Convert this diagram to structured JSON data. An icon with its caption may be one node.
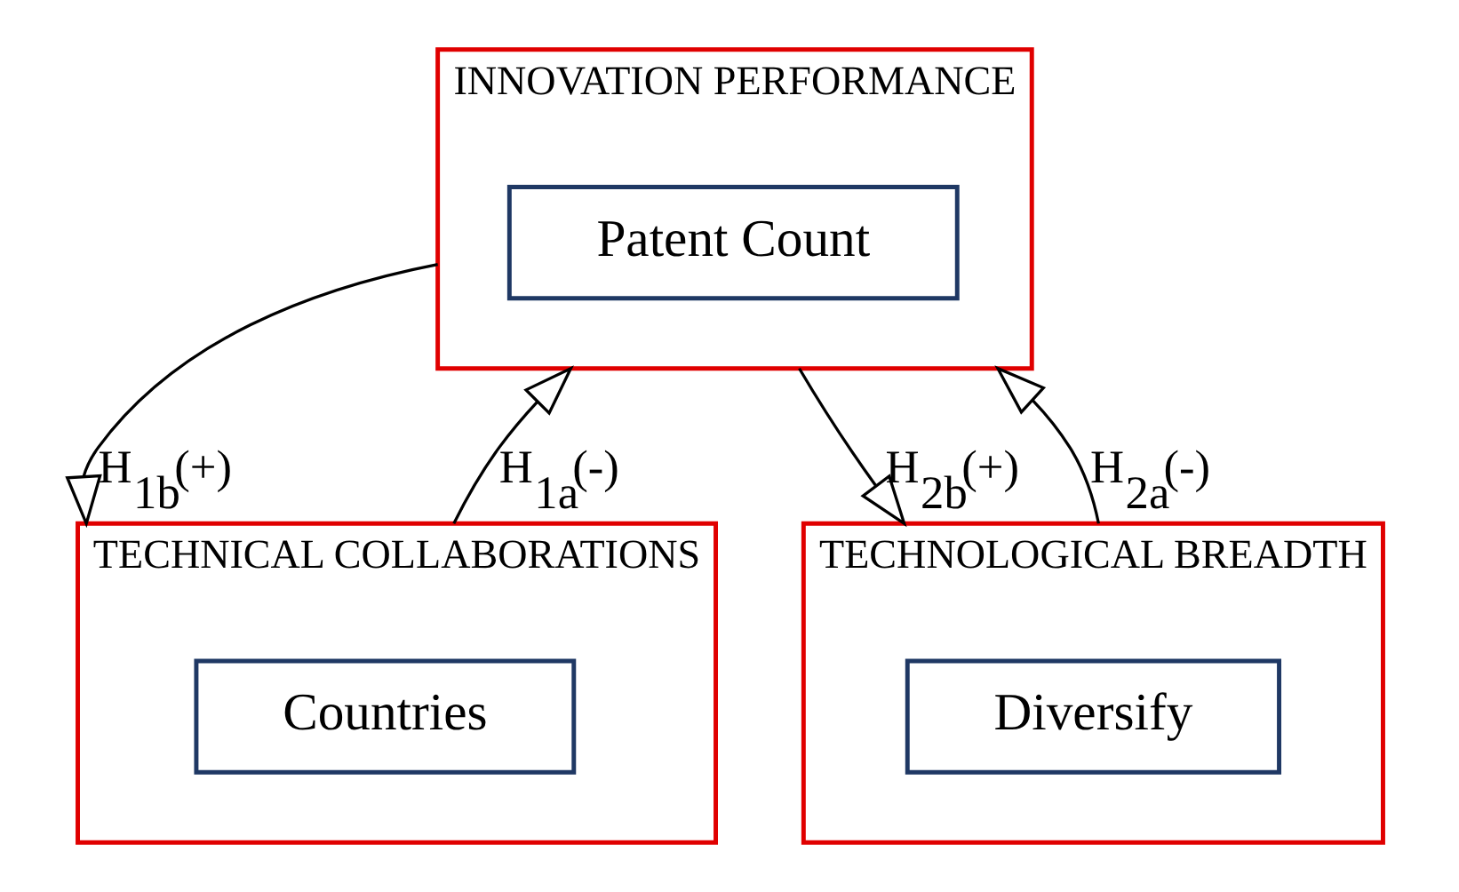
{
  "diagram": {
    "nodes": [
      {
        "text": [
          "INNOVATION PERFORMANCE"
        ]
      },
      {
        "text": [
          "Patent Count"
        ],
        "in": 0
      },
      {
        "text": [
          "TECHNICAL COLLABORATIONS"
        ]
      },
      {
        "text": [
          "Countries"
        ],
        "in": 2
      },
      {
        "text": [
          "TECHNOLOGICAL BREADTH"
        ]
      },
      {
        "text": [
          "Diversify"
        ],
        "in": 4
      }
    ],
    "edges": [
      {
        "from": 0,
        "to": 2,
        "arrow": "to",
        "label": "H$_{1b}$(+)"
      },
      {
        "from": 2,
        "to": 0,
        "arrow": "to",
        "label": "H$_{1a}$(-)"
      },
      {
        "from": 0,
        "to": 4,
        "arrow": "to",
        "label": "H$_{2b}$(+)"
      },
      {
        "from": 4,
        "to": 0,
        "arrow": "to",
        "label": "H$_{2a}$(-)"
      }
    ]
  }
}
